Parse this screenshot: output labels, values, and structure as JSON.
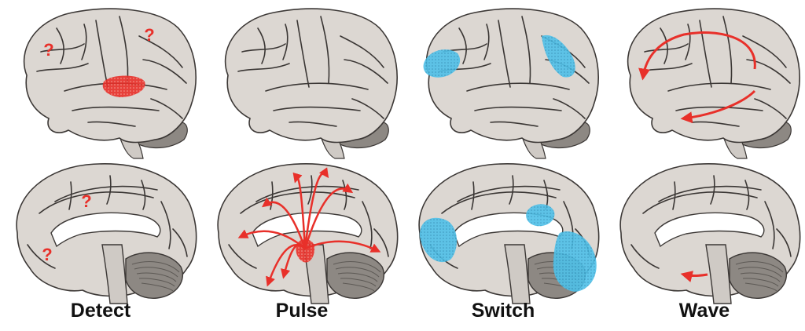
{
  "labels": [
    "Detect",
    "Pulse",
    "Switch",
    "Wave"
  ],
  "question_mark": "?",
  "colors": {
    "brain_fill": "#dcd7d2",
    "brain_outline": "#3c3836",
    "sulcus": "#3a3634",
    "corpus_callosum": "#ffffff",
    "midbrain": "#cfcac5",
    "cerebellum": "#8d8883",
    "highlight_red": "#e8302a",
    "highlight_blue": "#4fc0e8",
    "label_text": "#111111"
  },
  "panels": [
    {
      "view": "lateral",
      "condition": "Detect",
      "overlay": [
        "red-blob-temporal",
        "question-frontal",
        "question-parietal"
      ]
    },
    {
      "view": "lateral",
      "condition": "Pulse",
      "overlay": []
    },
    {
      "view": "lateral",
      "condition": "Switch",
      "overlay": [
        "blue-blob-frontal",
        "blue-blob-parietal"
      ]
    },
    {
      "view": "lateral",
      "condition": "Wave",
      "overlay": [
        "arc-arrow-frontal",
        "arc-arrow-temporal"
      ]
    },
    {
      "view": "medial",
      "condition": "Detect",
      "overlay": [
        "question-cingulate",
        "question-subcallosal"
      ]
    },
    {
      "view": "medial",
      "condition": "Pulse",
      "overlay": [
        "red-blob-thalamus",
        "radiating-arrows"
      ]
    },
    {
      "view": "medial",
      "condition": "Switch",
      "overlay": [
        "blue-blob-medial-frontal",
        "blue-blob-precuneus",
        "blue-blob-occipital"
      ]
    },
    {
      "view": "medial",
      "condition": "Wave",
      "overlay": [
        "small-arrow-ventral"
      ]
    }
  ]
}
